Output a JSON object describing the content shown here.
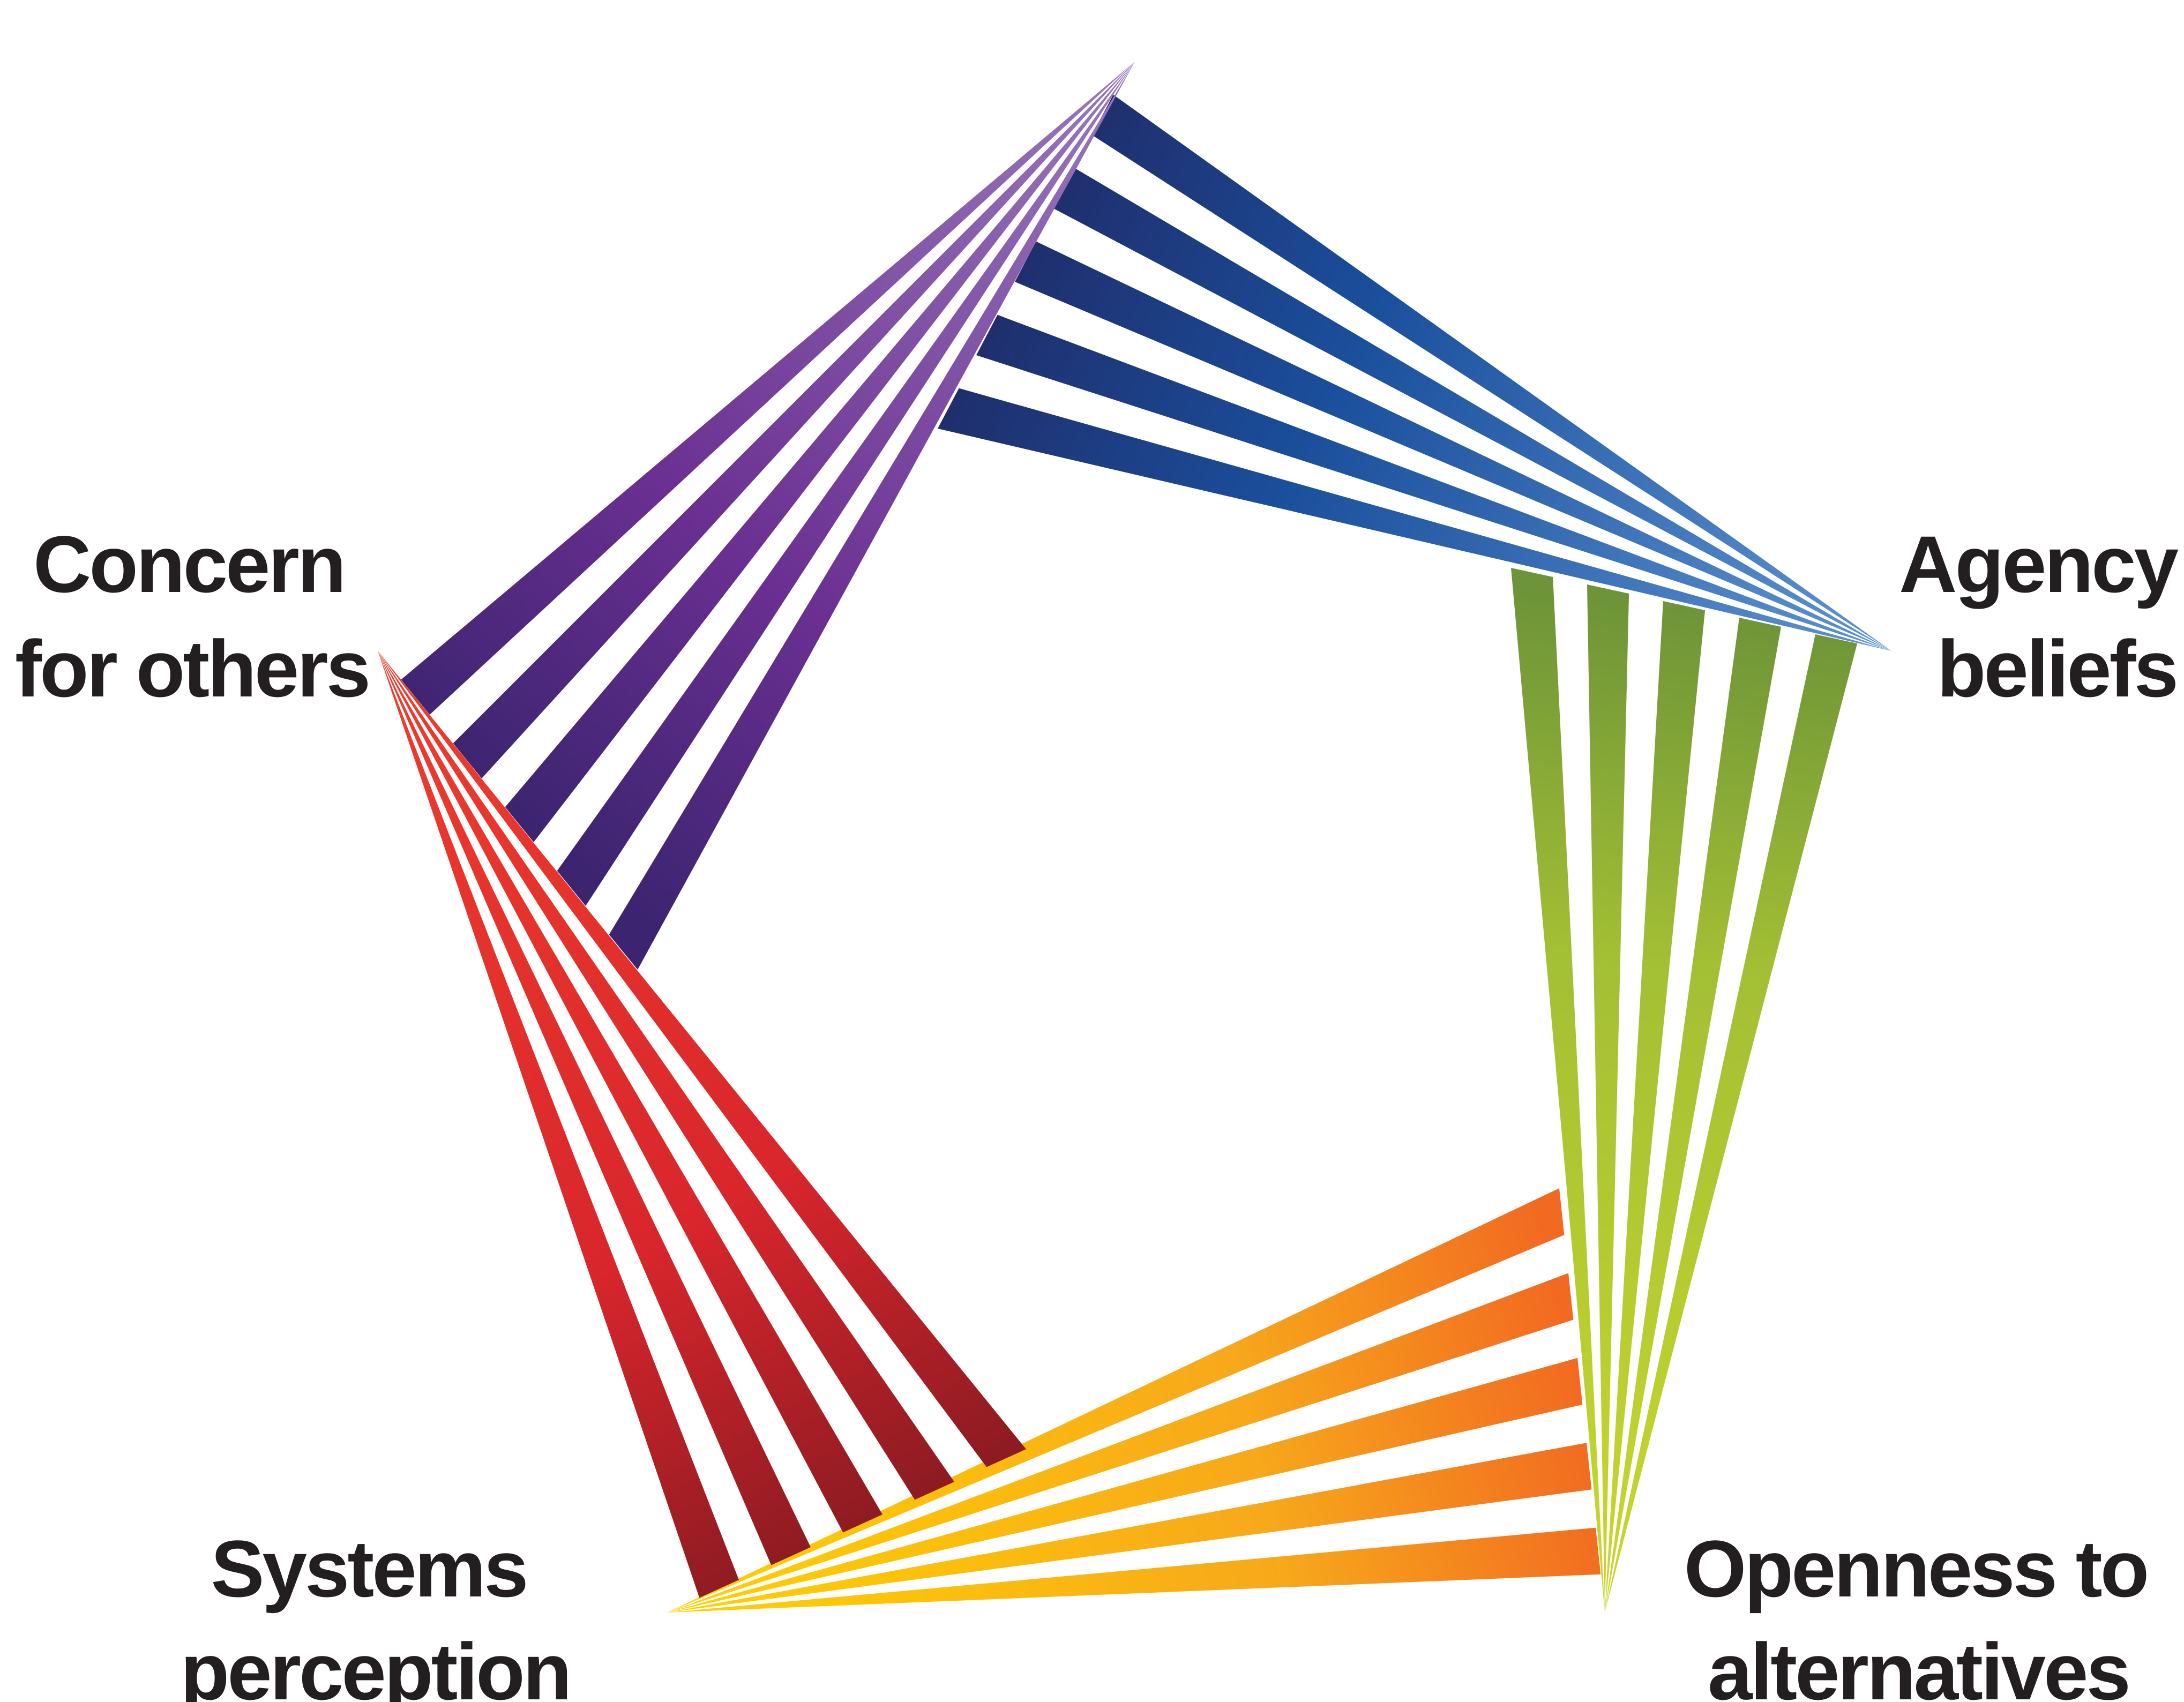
{
  "diagram": {
    "nodes": [
      {
        "id": "top",
        "label_lines": []
      },
      {
        "id": "agency",
        "label_lines": [
          "Agency",
          "beliefs"
        ]
      },
      {
        "id": "openness",
        "label_lines": [
          "Openness to",
          "alternatives"
        ]
      },
      {
        "id": "systems",
        "label_lines": [
          "Systems",
          "perception"
        ]
      },
      {
        "id": "concern",
        "label_lines": [
          "Concern",
          "for others"
        ]
      }
    ],
    "edges": [
      {
        "from": "top",
        "to": "agency",
        "stripes": 5,
        "color_dark": "#1f2f6e",
        "color_mid": "#1a4f9c",
        "color_light": "#5f95d2"
      },
      {
        "from": "agency",
        "to": "openness",
        "stripes": 5,
        "color_dark": "#6d9438",
        "color_mid": "#a3bf34",
        "color_light": "#c9d82c"
      },
      {
        "from": "openness",
        "to": "systems",
        "stripes": 5,
        "color_dark": "#f26a21",
        "color_mid": "#f7a81b",
        "color_light": "#ffd200"
      },
      {
        "from": "systems",
        "to": "concern",
        "stripes": 5,
        "color_dark": "#8e1b22",
        "color_mid": "#d9262c",
        "color_light": "#ef3e2d"
      },
      {
        "from": "concern",
        "to": "top",
        "stripes": 5,
        "color_dark": "#3c2470",
        "color_mid": "#6a2f91",
        "color_light": "#9b7bbd"
      }
    ]
  }
}
